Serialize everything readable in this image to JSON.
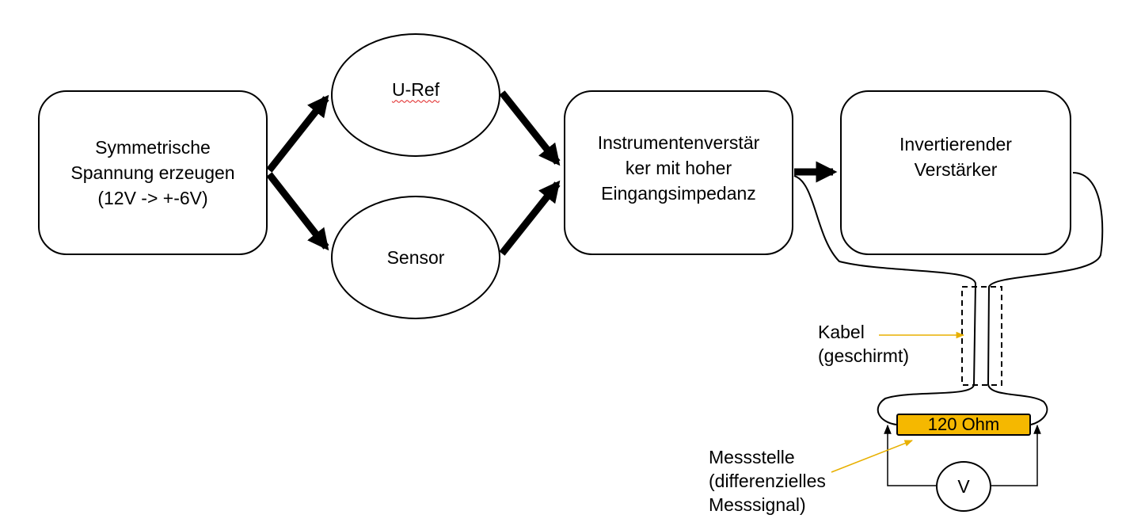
{
  "nodes": {
    "supply": {
      "lines": [
        "Symmetrische",
        "Spannung erzeugen",
        "(12V -> +-6V)"
      ]
    },
    "uref": {
      "label": "U-Ref"
    },
    "sensor": {
      "label": "Sensor"
    },
    "instrument_amp": {
      "lines": [
        "Instrumentenverstär",
        "ker mit hoher",
        "Eingangsimpedanz"
      ]
    },
    "inverting_amp": {
      "lines": [
        "Invertierender",
        "Verstärker"
      ]
    }
  },
  "annotations": {
    "cable": {
      "lines": [
        "Kabel",
        "(geschirmt)"
      ]
    },
    "measurement_point": {
      "lines": [
        "Messstelle",
        "(differenzielles",
        "Messsignal)"
      ]
    }
  },
  "resistor": {
    "label": "120 Ohm"
  },
  "voltmeter": {
    "label": "V"
  },
  "colors": {
    "resistor_fill": "#f5b800",
    "annotation_arrow": "#e8b000",
    "stroke": "#000000"
  }
}
